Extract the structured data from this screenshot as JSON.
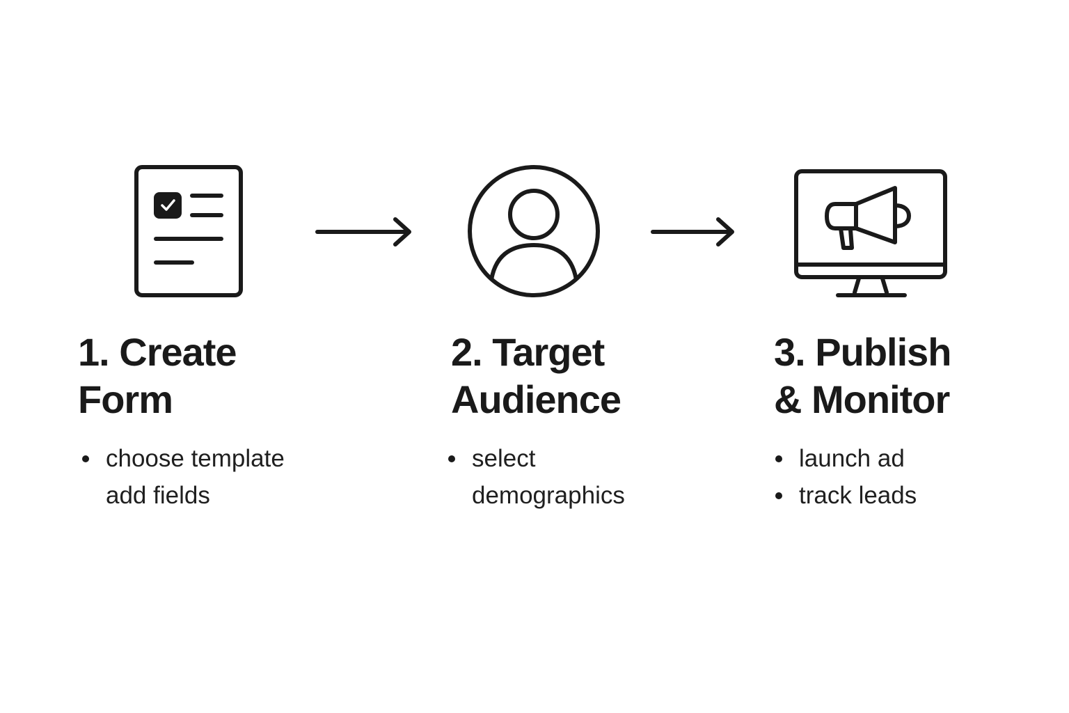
{
  "colors": {
    "ink": "#1a1a1a",
    "background": "#ffffff"
  },
  "steps": [
    {
      "icon": "form-checklist-icon",
      "title_line1": "1. Create",
      "title_line2": "Form",
      "bullets": [
        {
          "text": "choose template",
          "dot": true
        },
        {
          "text": "add fields",
          "dot": false
        }
      ]
    },
    {
      "icon": "user-profile-icon",
      "title_line1": "2. Target",
      "title_line2": "Audience",
      "bullets": [
        {
          "text": "select",
          "dot": true
        },
        {
          "text": "demographics",
          "dot": false
        }
      ]
    },
    {
      "icon": "monitor-megaphone-icon",
      "title_line1": "3. Publish",
      "title_line2": "& Monitor",
      "bullets": [
        {
          "text": "launch ad",
          "dot": true
        },
        {
          "text": "track leads",
          "dot": true
        }
      ]
    }
  ],
  "connectors": [
    "arrow-right-icon",
    "arrow-right-icon"
  ]
}
